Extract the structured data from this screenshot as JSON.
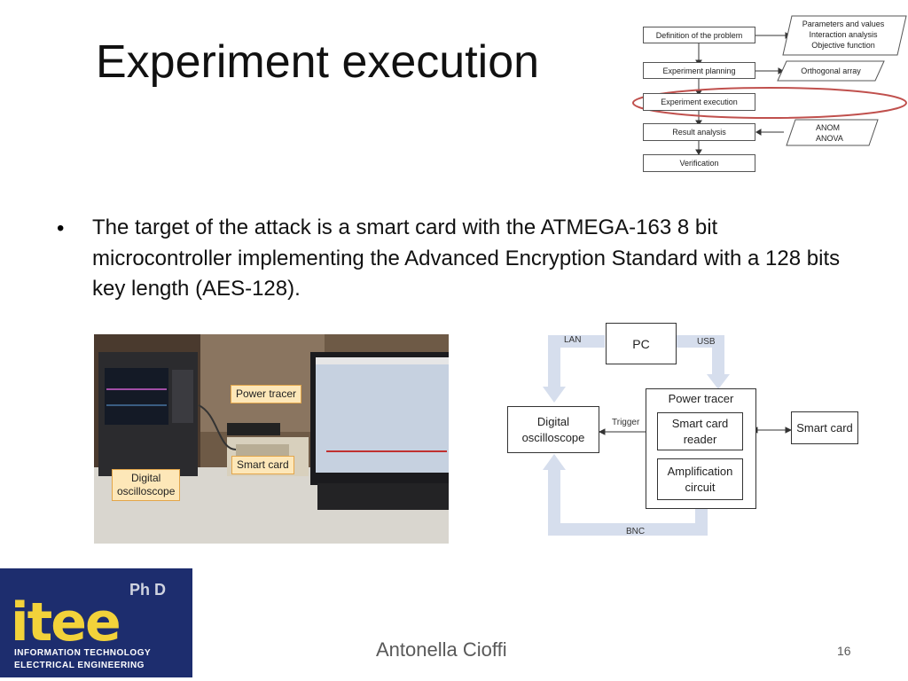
{
  "slide": {
    "title": "Experiment execution",
    "bullet": "The target of the attack is a smart card with the ATMEGA-163 8 bit microcontroller implementing the Advanced Encryption Standard with a 128 bits key length (AES-128).",
    "author": "Antonella Cioffi",
    "page_number": "16"
  },
  "flow": {
    "steps": [
      "Definition of the problem",
      "Experiment planning",
      "Experiment execution",
      "Result analysis",
      "Verification"
    ],
    "inputs": {
      "params_line1": "Parameters and values",
      "params_line2": "Interaction analysis",
      "params_line3": "Objective function",
      "orthogonal": "Orthogonal array",
      "anom": "ANOM",
      "anova": "ANOVA"
    },
    "highlight_color": "#c0504d"
  },
  "photo": {
    "callout_power": "Power tracer",
    "callout_smart": "Smart card",
    "callout_scope_1": "Digital",
    "callout_scope_2": "oscilloscope"
  },
  "block": {
    "pc": "PC",
    "lan": "LAN",
    "usb": "USB",
    "scope_1": "Digital",
    "scope_2": "oscilloscope",
    "trigger": "Trigger",
    "power_tracer": "Power tracer",
    "reader_1": "Smart card",
    "reader_2": "reader",
    "amp_1": "Amplification",
    "amp_2": "circuit",
    "smart_card": "Smart card",
    "bnc": "BNC",
    "arrow_color": "#d6deed"
  },
  "logo": {
    "main": "itee",
    "phd": "Ph D",
    "line1": "INFORMATION TECHNOLOGY",
    "line2": "ELECTRICAL ENGINEERING"
  }
}
